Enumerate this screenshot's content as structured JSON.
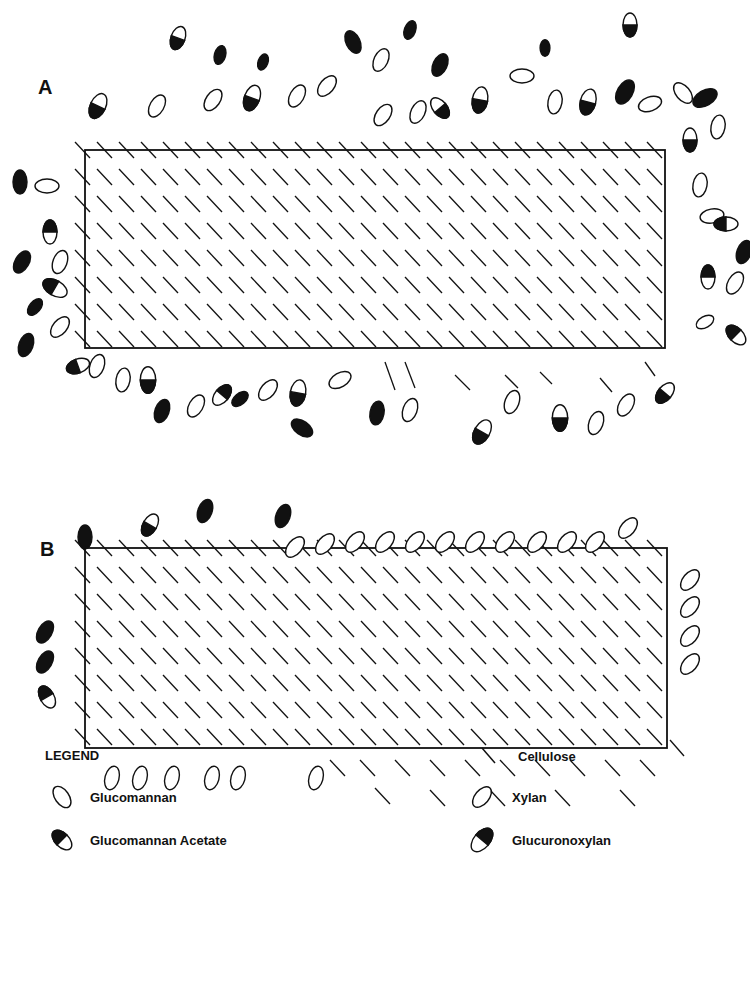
{
  "diagram": {
    "labels": [
      "A",
      "B",
      "LEGEND"
    ],
    "legend": [
      {
        "text": "Cellulose"
      },
      {
        "text": "Glucomannan"
      },
      {
        "text": "Xylan"
      },
      {
        "text": "Glucomannan Acetate"
      },
      {
        "text": "Glucuronoxylan"
      }
    ]
  }
}
